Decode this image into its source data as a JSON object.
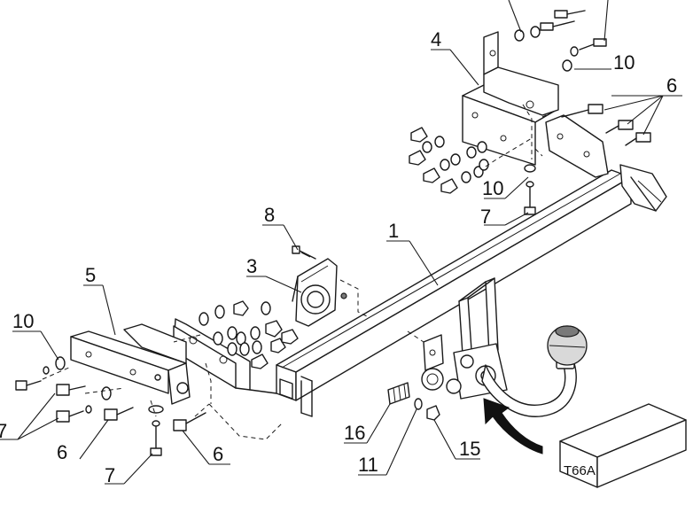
{
  "diagram": {
    "labels": {
      "l1": "1",
      "l3": "3",
      "l4": "4",
      "l5": "5",
      "l6a": "6",
      "l6b": "6",
      "l6c": "6",
      "l7a": "7",
      "l7b": "7",
      "l7c": "7",
      "l8": "8",
      "l10a": "10",
      "l10b": "10",
      "l10c": "10",
      "l11": "11",
      "l15": "15",
      "l16": "16"
    },
    "box_label": "T66A"
  }
}
